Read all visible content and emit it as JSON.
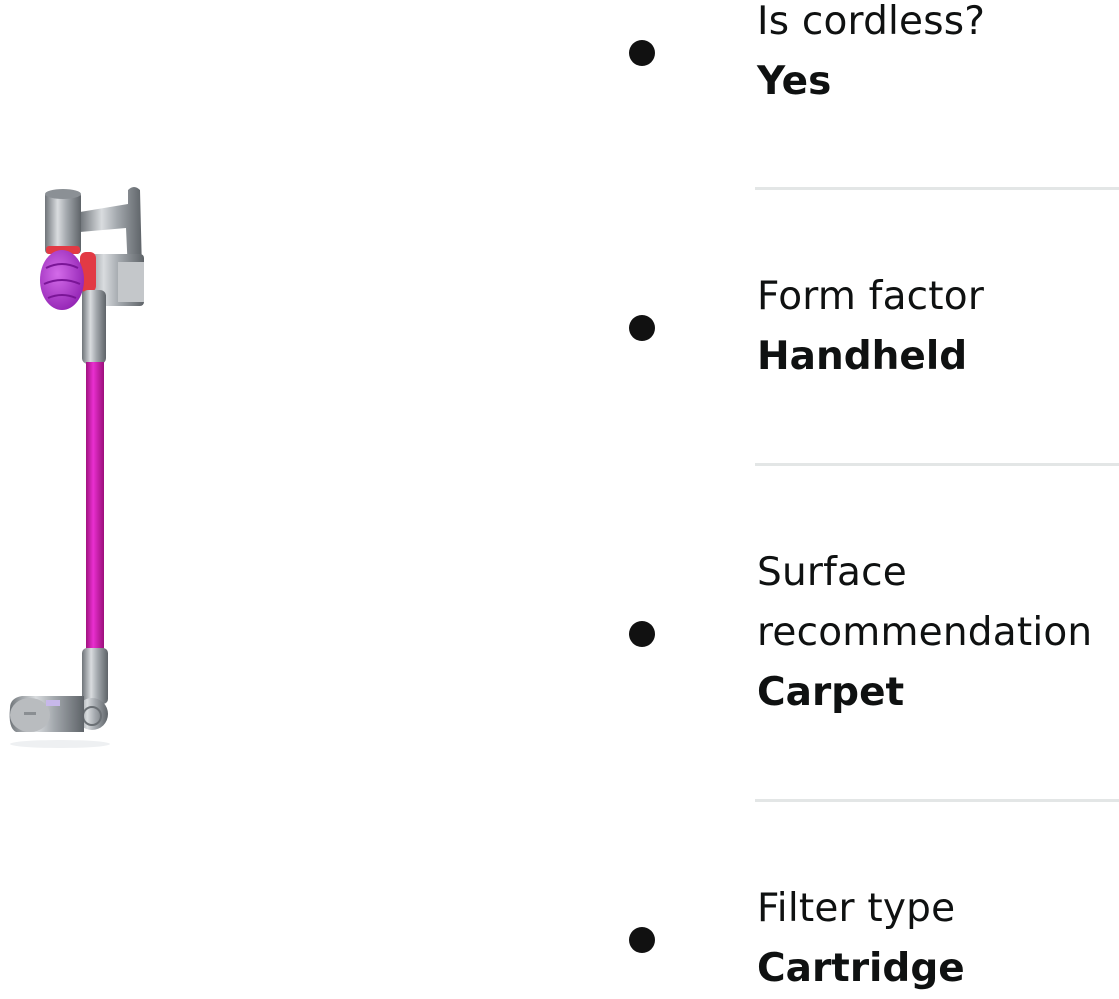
{
  "product": {
    "name": "cordless stick vacuum",
    "colors": {
      "accent": "#d11fb8",
      "metal": "#9a9ea4",
      "trim": "#e8343f"
    }
  },
  "specs": [
    {
      "label": "Is cordless?",
      "value": "Yes"
    },
    {
      "label": "Form factor",
      "value": "Handheld"
    },
    {
      "label": "Surface recommendation",
      "label_lines": [
        "Surface",
        "recommendation"
      ],
      "value": "Carpet"
    },
    {
      "label": "Filter type",
      "value": "Cartridge"
    }
  ]
}
